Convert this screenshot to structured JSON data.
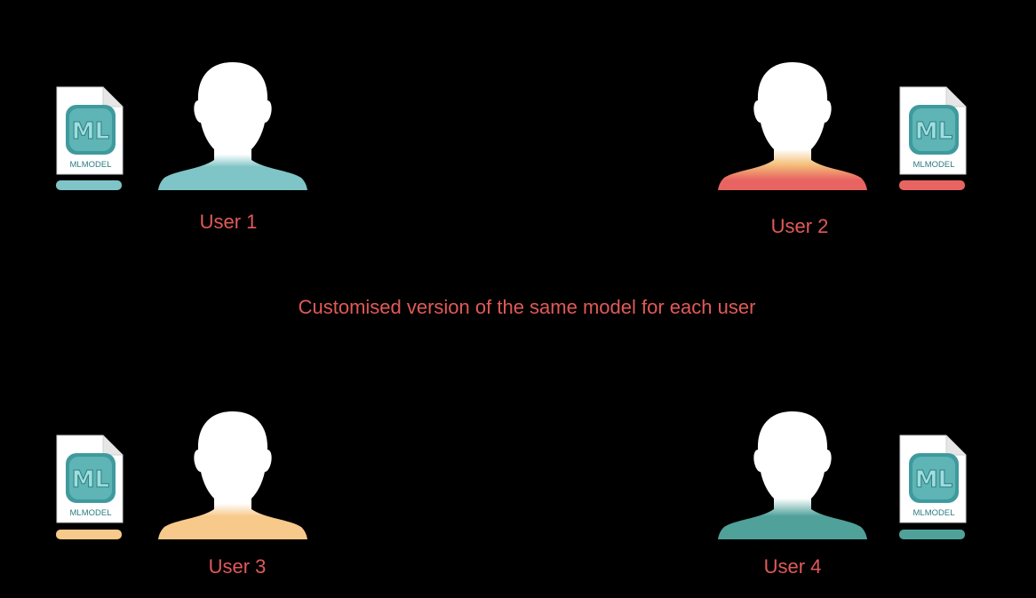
{
  "caption": "Customised version of the same model for each user",
  "file_icon_text": "MLMODEL",
  "file_icon_glyph": "ML",
  "icon": "mlmodel-file-icon",
  "users": [
    {
      "label": "User 1",
      "color": "#7fc4c6"
    },
    {
      "label": "User 2",
      "color": "#e86462"
    },
    {
      "label": "User 3",
      "color": "#f7c98a"
    },
    {
      "label": "User 4",
      "color": "#4fa19a"
    }
  ]
}
